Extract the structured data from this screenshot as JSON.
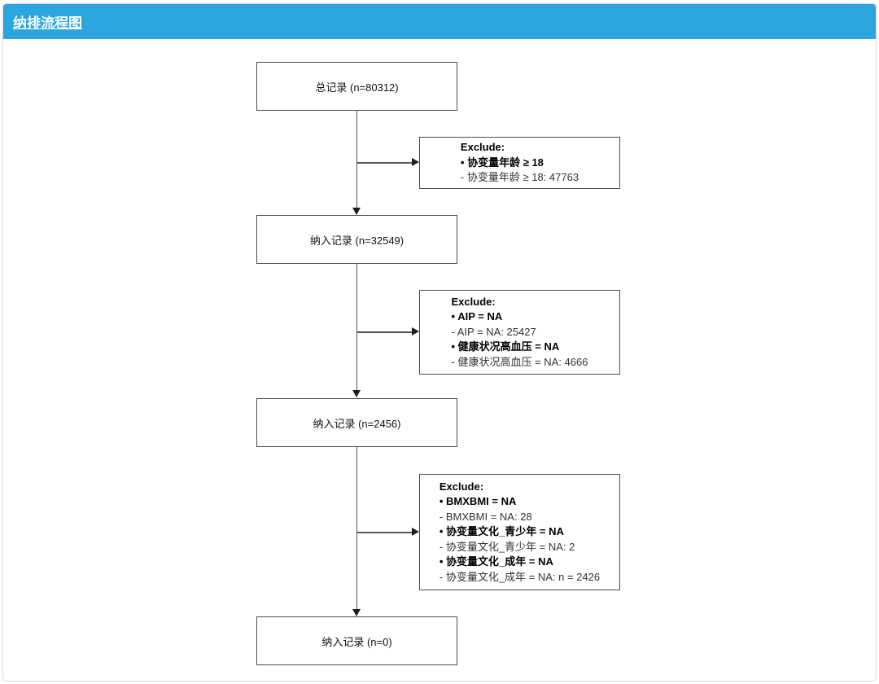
{
  "header": {
    "title": "纳排流程图"
  },
  "flow": {
    "nodes": [
      {
        "label": "总记录 (n=80312)"
      },
      {
        "label": "纳入记录 (n=32549)"
      },
      {
        "label": "纳入记录 (n=2456)"
      },
      {
        "label": "纳入记录 (n=0)"
      }
    ],
    "excludes": [
      {
        "title": "Exclude:",
        "lines": [
          {
            "text": "• 协变量年龄 ≥ 18",
            "bold": true
          },
          {
            "text": "- 协变量年龄 ≥ 18: 47763",
            "bold": false
          }
        ]
      },
      {
        "title": "Exclude:",
        "lines": [
          {
            "text": "• AIP = NA",
            "bold": true
          },
          {
            "text": "- AIP = NA: 25427",
            "bold": false
          },
          {
            "text": "• 健康状况高血压 = NA",
            "bold": true
          },
          {
            "text": "- 健康状况高血压 = NA: 4666",
            "bold": false
          }
        ]
      },
      {
        "title": "Exclude:",
        "lines": [
          {
            "text": "• BMXBMI = NA",
            "bold": true
          },
          {
            "text": "- BMXBMI = NA: 28",
            "bold": false
          },
          {
            "text": "• 协变量文化_青少年 = NA",
            "bold": true
          },
          {
            "text": "- 协变量文化_青少年 = NA: 2",
            "bold": false
          },
          {
            "text": "• 协变量文化_成年 = NA",
            "bold": true
          },
          {
            "text": "- 协变量文化_成年 = NA: n = 2426",
            "bold": false
          }
        ]
      }
    ]
  },
  "colors": {
    "header_bg": "#2ca4de",
    "card_border": "#d8d8d8",
    "box_border": "#4d4d4d",
    "connector": "#555555",
    "arrow": "#1f1f1f",
    "title_color": "#ffffff"
  }
}
